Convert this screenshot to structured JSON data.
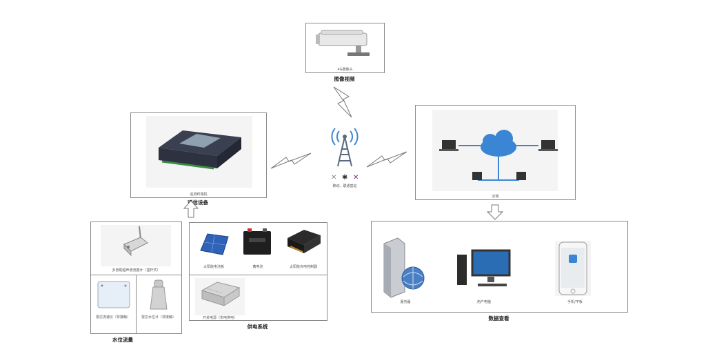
{
  "camera": {
    "device_label": "4G摄像头",
    "section_title": "图像视频"
  },
  "comm": {
    "device_label": "遥测终端机",
    "section_title": "通信设备"
  },
  "tower": {
    "label": "移动、联通基站"
  },
  "cloud": {
    "label": "云端"
  },
  "water": {
    "section_title": "水位流量",
    "items": [
      {
        "label": "多普勒超声波流量计（插杆式）"
      },
      {
        "label": "雷达流速仪（非接触）"
      },
      {
        "label": "雷达水位计（非接触）"
      }
    ]
  },
  "power": {
    "section_title": "供电系统",
    "items": [
      {
        "label": "太阳能电池板"
      },
      {
        "label": "蓄电池"
      },
      {
        "label": "太阳能充电控制器"
      },
      {
        "label": "开关电源（市电供电）"
      }
    ]
  },
  "monitor": {
    "section_title": "数据查看",
    "items": [
      {
        "label": "服务器"
      },
      {
        "label": "用户电脑"
      },
      {
        "label": "手机/平板"
      }
    ]
  },
  "colors": {
    "cloud": "#3a86d4",
    "tower": "#5a6a80",
    "device_dark": "#2c3240"
  }
}
